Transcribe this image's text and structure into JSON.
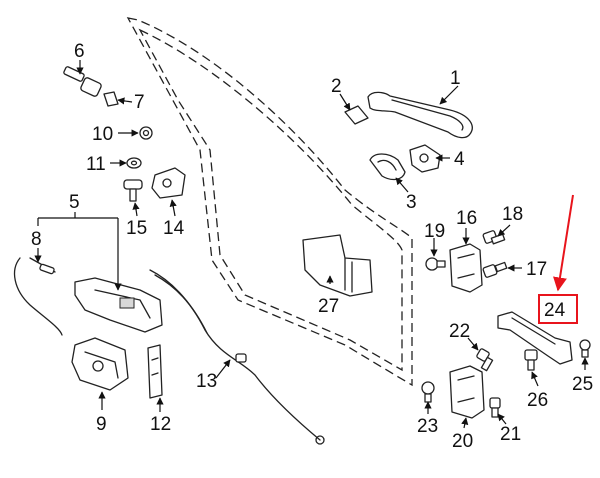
{
  "diagram": {
    "callouts": [
      {
        "id": "c1",
        "label": "1"
      },
      {
        "id": "c2",
        "label": "2"
      },
      {
        "id": "c3",
        "label": "3"
      },
      {
        "id": "c4",
        "label": "4"
      },
      {
        "id": "c5",
        "label": "5"
      },
      {
        "id": "c6",
        "label": "6"
      },
      {
        "id": "c7",
        "label": "7"
      },
      {
        "id": "c8",
        "label": "8"
      },
      {
        "id": "c9",
        "label": "9"
      },
      {
        "id": "c10",
        "label": "10"
      },
      {
        "id": "c11",
        "label": "11"
      },
      {
        "id": "c12",
        "label": "12"
      },
      {
        "id": "c13",
        "label": "13"
      },
      {
        "id": "c14",
        "label": "14"
      },
      {
        "id": "c15",
        "label": "15"
      },
      {
        "id": "c16",
        "label": "16"
      },
      {
        "id": "c17",
        "label": "17"
      },
      {
        "id": "c18",
        "label": "18"
      },
      {
        "id": "c19",
        "label": "19"
      },
      {
        "id": "c20",
        "label": "20"
      },
      {
        "id": "c21",
        "label": "21"
      },
      {
        "id": "c22",
        "label": "22"
      },
      {
        "id": "c23",
        "label": "23"
      },
      {
        "id": "c24",
        "label": "24"
      },
      {
        "id": "c25",
        "label": "25"
      },
      {
        "id": "c26",
        "label": "26"
      },
      {
        "id": "c27",
        "label": "27"
      }
    ],
    "highlight_color": "#e8141c",
    "highlighted_callout": "24"
  }
}
